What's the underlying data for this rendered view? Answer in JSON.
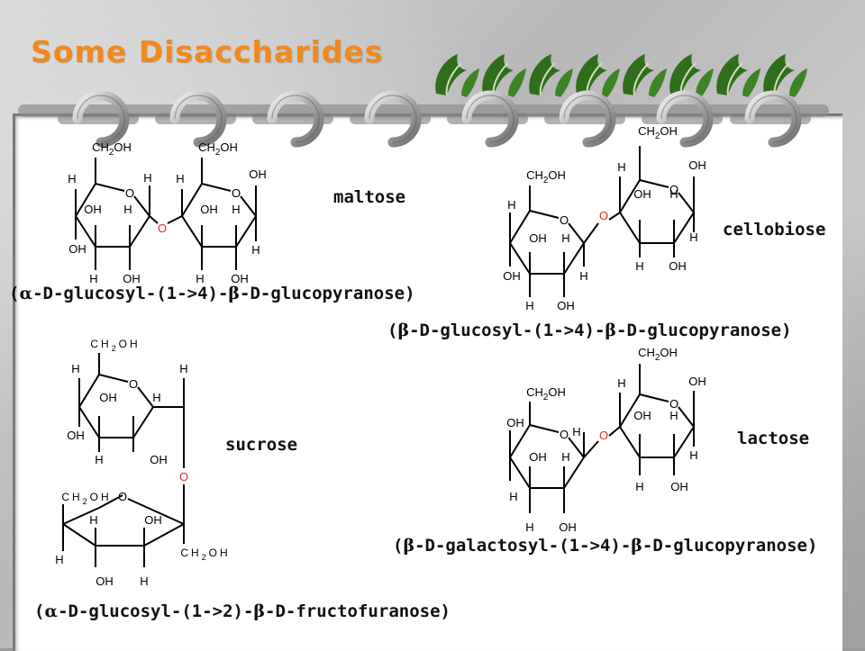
{
  "header": {
    "title": "Some Disaccharides"
  },
  "disaccharides": {
    "maltose": {
      "name": "maltose",
      "systematic_pre": "(",
      "greek1": "α",
      "systematic_mid": "-D-glucosyl-(1->4)-",
      "greek2": "β",
      "systematic_post": "-D-glucopyranose)"
    },
    "cellobiose": {
      "name": "cellobiose",
      "systematic_pre": "(",
      "greek1": "β",
      "systematic_mid": "-D-glucosyl-(1->4)-",
      "greek2": "β",
      "systematic_post": "-D-glucopyranose)"
    },
    "sucrose": {
      "name": "sucrose",
      "systematic_pre": "(",
      "greek1": "α",
      "systematic_mid": "-D-glucosyl-(1->2)-",
      "greek2": "β",
      "systematic_post": "-D-fructofuranose)"
    },
    "lactose": {
      "name": "lactose",
      "systematic_pre": "(",
      "greek1": "β",
      "systematic_mid": "-D-galactosyl-(1->4)-",
      "greek2": "β",
      "systematic_post": "-D-glucopyranose)"
    }
  },
  "atoms": {
    "ch2oh": "CH2OH",
    "ch2oh_sub": "2",
    "h": "H",
    "oh": "OH",
    "o": "O"
  },
  "colors": {
    "title": "#f08a1f",
    "bridge_oxygen": "#e8231a",
    "leaf": "#2f6e1a",
    "ring": "#8a8a8a"
  }
}
